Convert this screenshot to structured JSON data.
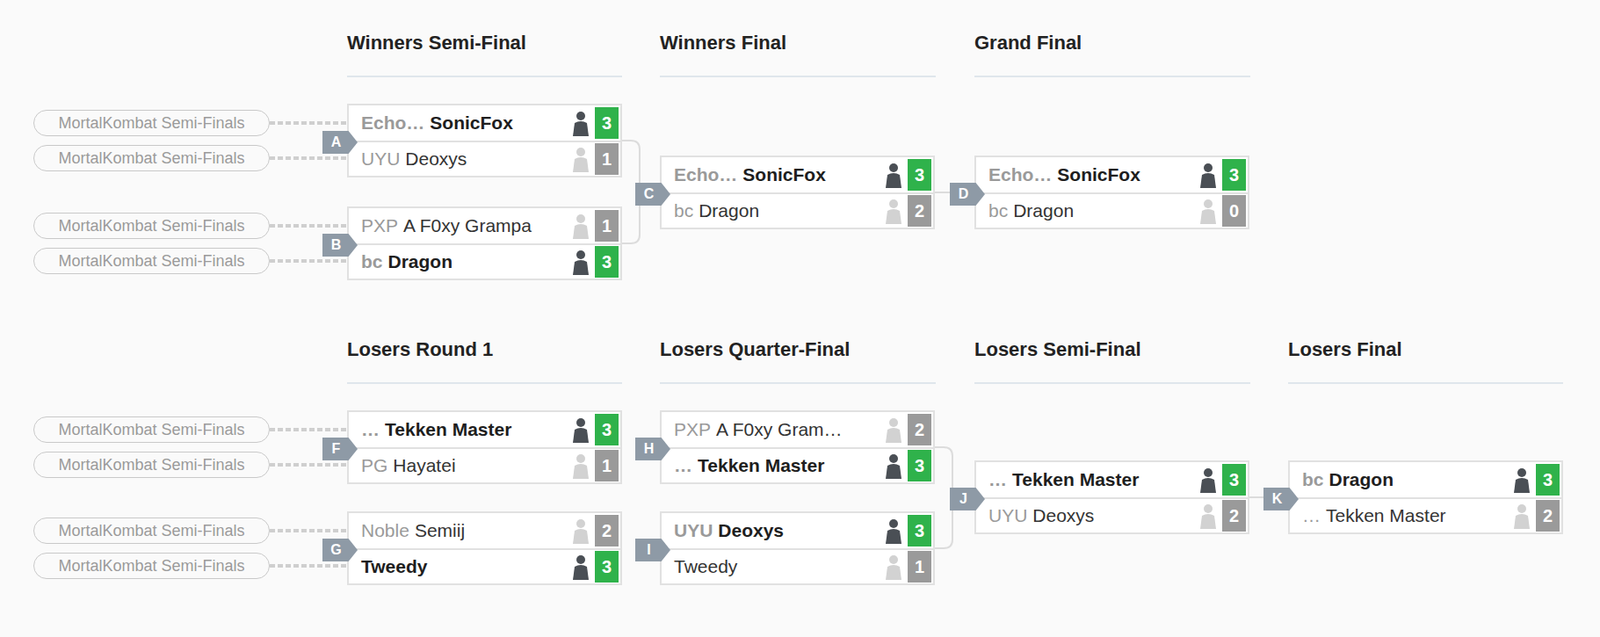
{
  "diagram": {
    "nodes": [
      {
        "text": [
          "MortalKombat Semi-Finals"
        ]
      },
      {
        "text": [
          "MortalKombat Semi-Finals"
        ]
      },
      {
        "text": [
          "A"
        ]
      },
      {
        "text": [
          "Echo…",
          "SonicFox",
          "3"
        ],
        "in": 2
      },
      {
        "text": [
          "UYU",
          "Deoxys",
          "1"
        ],
        "in": 2
      },
      {
        "text": [
          "MortalKombat Semi-Finals"
        ]
      },
      {
        "text": [
          "MortalKombat Semi-Finals"
        ]
      },
      {
        "text": [
          "B"
        ]
      },
      {
        "text": [
          "PXP",
          "A F0xy Grampa",
          "1"
        ],
        "in": 7
      },
      {
        "text": [
          "bc",
          "Dragon",
          "3"
        ],
        "in": 7
      },
      {
        "text": [
          "C"
        ]
      },
      {
        "text": [
          "Echo…",
          "SonicFox",
          "3"
        ],
        "in": 10
      },
      {
        "text": [
          "bc",
          "Dragon",
          "2"
        ],
        "in": 10
      },
      {
        "text": [
          "D"
        ]
      },
      {
        "text": [
          "Echo…",
          "SonicFox",
          "3"
        ],
        "in": 13
      },
      {
        "text": [
          "bc",
          "Dragon",
          "0"
        ],
        "in": 13
      },
      {
        "text": [
          "MortalKombat Semi-Finals"
        ]
      },
      {
        "text": [
          "MortalKombat Semi-Finals"
        ]
      },
      {
        "text": [
          "F"
        ]
      },
      {
        "text": [
          "…",
          "Tekken Master",
          "3"
        ],
        "in": 18
      },
      {
        "text": [
          "PG",
          "Hayatei",
          "1"
        ],
        "in": 18
      },
      {
        "text": [
          "MortalKombat Semi-Finals"
        ]
      },
      {
        "text": [
          "MortalKombat Semi-Finals"
        ]
      },
      {
        "text": [
          "G"
        ]
      },
      {
        "text": [
          "Noble",
          "Semiij",
          "2"
        ],
        "in": 23
      },
      {
        "text": [
          "Tweedy",
          "3"
        ],
        "in": 23
      },
      {
        "text": [
          "H"
        ]
      },
      {
        "text": [
          "PXP",
          "A F0xy Gram…",
          "2"
        ],
        "in": 26
      },
      {
        "text": [
          "…",
          "Tekken Master",
          "3"
        ],
        "in": 26
      },
      {
        "text": [
          "I"
        ]
      },
      {
        "text": [
          "UYU",
          "Deoxys",
          "3"
        ],
        "in": 29
      },
      {
        "text": [
          "Tweedy",
          "1"
        ],
        "in": 29
      },
      {
        "text": [
          "J"
        ]
      },
      {
        "text": [
          "…",
          "Tekken Master",
          "3"
        ],
        "in": 32
      },
      {
        "text": [
          "UYU",
          "Deoxys",
          "2"
        ],
        "in": 32
      },
      {
        "text": [
          "K"
        ]
      },
      {
        "text": [
          "bc",
          "Dragon",
          "3"
        ],
        "in": 35
      },
      {
        "text": [
          "…",
          "Tekken Master",
          "2"
        ],
        "in": 35
      }
    ],
    "edges": [
      {
        "from": 0,
        "to": 3,
        "arrow": "none"
      },
      {
        "from": 1,
        "to": 4,
        "arrow": "none"
      },
      {
        "from": 5,
        "to": 8,
        "arrow": "none"
      },
      {
        "from": 6,
        "to": 9,
        "arrow": "none"
      },
      {
        "from": 16,
        "to": 19,
        "arrow": "none"
      },
      {
        "from": 17,
        "to": 20,
        "arrow": "none"
      },
      {
        "from": 21,
        "to": 24,
        "arrow": "none"
      },
      {
        "from": 22,
        "to": 25,
        "arrow": "none"
      },
      {
        "from": 2,
        "to": 10,
        "arrow": "none"
      },
      {
        "from": 7,
        "to": 10,
        "arrow": "none"
      },
      {
        "from": 10,
        "to": 13,
        "arrow": "none"
      },
      {
        "from": 26,
        "to": 32,
        "arrow": "none"
      },
      {
        "from": 29,
        "to": 32,
        "arrow": "none"
      },
      {
        "from": 32,
        "to": 35,
        "arrow": "none"
      }
    ],
    "labels": [
      "Winners Semi-Final",
      "Winners Final",
      "Grand Final",
      "Losers Round 1",
      "Losers Quarter-Final",
      "Losers Semi-Final",
      "Losers Final"
    ]
  }
}
